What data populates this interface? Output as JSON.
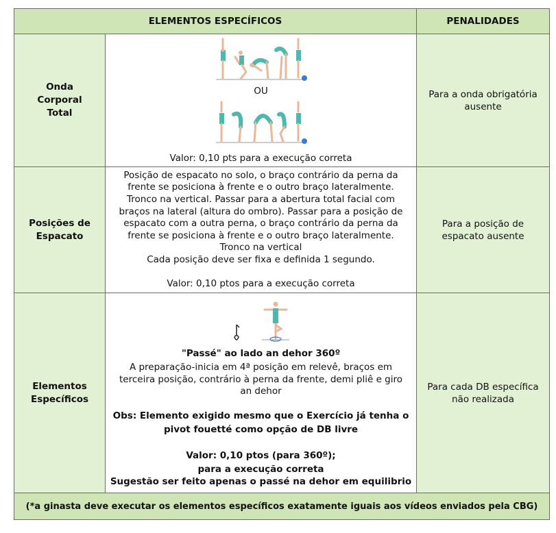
{
  "header": {
    "col_elements": "ELEMENTOS ESPECÍFICOS",
    "col_penalties": "PENALIDADES"
  },
  "rows": [
    {
      "label_lines": [
        "Onda",
        "Corporal",
        "Total"
      ],
      "or_text": "OU",
      "value_text": "Valor: 0,10 pts para a execução correta",
      "penalty_lines": [
        "Para a onda obrigatória",
        "ausente"
      ]
    },
    {
      "label_lines": [
        "Posições de",
        "Espacato"
      ],
      "desc_lines": [
        "Posição de espacato no solo, o braço contrário da perna da",
        "frente se posiciona à frente e o outro braço lateralmente.",
        "Tronco na vertical. Passar para a abertura total facial com",
        "braços na lateral (altura do ombro). Passar para a posição de",
        "espacato com a outra perna, o braço contrário da perna da",
        "frente se posiciona à frente e o outro braço lateralmente.",
        "Tronco na vertical",
        "Cada posição deve ser fixa e definida 1 segundo."
      ],
      "value_text": "Valor: 0,10 ptos para a execução correta",
      "penalty_lines": [
        "Para a posição de",
        "espacato ausente"
      ]
    },
    {
      "label_lines": [
        "Elementos",
        "Específicos"
      ],
      "title": "\"Passé\" ao lado an dehor 360º",
      "desc_lines": [
        "A preparação-inicia em 4ª posição em relevê, braços em",
        "terceira posição, contrário à perna da frente, demi pliê e giro",
        "an dehor"
      ],
      "obs_lines": [
        "Obs: Elemento exigido mesmo que o Exercício já tenha o",
        "pivot fouetté como opção de DB livre"
      ],
      "value_lines": [
        "Valor: 0,10 ptos (para 360º);",
        "para a execução correta",
        "Sugestão ser feito apenas o passé na dehor em equilibrio"
      ],
      "penalty_lines": [
        "Para cada DB específica",
        "não realizada"
      ]
    }
  ],
  "footer": "(*a ginasta deve executar os elementos específicos exatamente iguais aos vídeos enviados pela CBG)",
  "colors": {
    "header_bg": "#cfe5b6",
    "cell_bg": "#e2f0d3",
    "border": "#6b6b6b",
    "figure_skin": "#e8b89a",
    "figure_leotard": "#4fb8ad",
    "ball": "#3a7bd5"
  },
  "icons": {
    "wave_figure": "gymnast-wave-icon",
    "passe_symbol": "passe-turn-symbol-icon",
    "passe_figure": "gymnast-passe-icon"
  }
}
